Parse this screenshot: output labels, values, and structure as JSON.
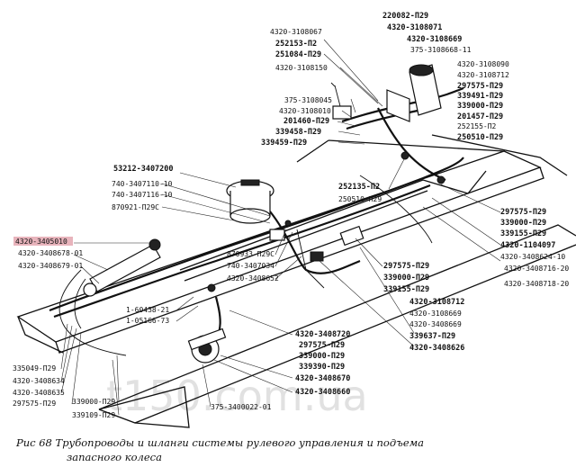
{
  "caption": {
    "line1": "Рис 68 Трубопроводы и шланги системы рулевого управления и подъема",
    "line2": "запасного колеса"
  },
  "watermark": "t150.com.ua",
  "highlight_color": "#e8b4bc",
  "labels": [
    {
      "id": "l01",
      "text": "220082-П29",
      "bold": true
    },
    {
      "id": "l02",
      "text": "4320-3108071",
      "bold": true
    },
    {
      "id": "l03",
      "text": "4320-3108669",
      "bold": true
    },
    {
      "id": "l04",
      "text": "375-3108668-11",
      "bold": false
    },
    {
      "id": "l05",
      "text": "4320-3108090",
      "bold": false
    },
    {
      "id": "l06",
      "text": "4320-3108712",
      "bold": false
    },
    {
      "id": "l07",
      "text": "297575-П29",
      "bold": true
    },
    {
      "id": "l08",
      "text": "339491-П29",
      "bold": true
    },
    {
      "id": "l09",
      "text": "339000-П29",
      "bold": true
    },
    {
      "id": "l10",
      "text": "201457-П29",
      "bold": true
    },
    {
      "id": "l11",
      "text": "252155-П2",
      "bold": false
    },
    {
      "id": "l12",
      "text": "250510-П29",
      "bold": true
    },
    {
      "id": "l13",
      "text": "4320-3108067",
      "bold": false
    },
    {
      "id": "l14",
      "text": "252153-П2",
      "bold": true
    },
    {
      "id": "l15",
      "text": "251084-П29",
      "bold": true
    },
    {
      "id": "l16",
      "text": "4320-3108150",
      "bold": false
    },
    {
      "id": "l17",
      "text": "375-3108045",
      "bold": false
    },
    {
      "id": "l18",
      "text": "4320-3108010",
      "bold": false
    },
    {
      "id": "l19",
      "text": "201460-П29",
      "bold": true
    },
    {
      "id": "l20",
      "text": "339458-П29",
      "bold": true
    },
    {
      "id": "l21",
      "text": "339459-П29",
      "bold": true
    },
    {
      "id": "l22",
      "text": "53212-3407200",
      "bold": true
    },
    {
      "id": "l23",
      "text": "252135-П2",
      "bold": true
    },
    {
      "id": "l24",
      "text": "250510-П29",
      "bold": false
    },
    {
      "id": "l25",
      "text": "740-3407110-10",
      "bold": false
    },
    {
      "id": "l26",
      "text": "740-3407116-10",
      "bold": false
    },
    {
      "id": "l27",
      "text": "870921-П29С",
      "bold": false
    },
    {
      "id": "l28",
      "text": "4320-3405010",
      "bold": false,
      "highlight": true
    },
    {
      "id": "l29",
      "text": "4320-3408678-01",
      "bold": false
    },
    {
      "id": "l30",
      "text": "4320-3408679-01",
      "bold": false
    },
    {
      "id": "l31",
      "text": "870933-П29С",
      "bold": false
    },
    {
      "id": "l32",
      "text": "740-3407034",
      "bold": false
    },
    {
      "id": "l33",
      "text": "4320-3408652",
      "bold": false
    },
    {
      "id": "l34",
      "text": "297575-П29",
      "bold": true
    },
    {
      "id": "l35",
      "text": "339000-П29",
      "bold": true
    },
    {
      "id": "l36",
      "text": "339155-П29",
      "bold": true
    },
    {
      "id": "l37",
      "text": "4320-3108712",
      "bold": true
    },
    {
      "id": "l38",
      "text": "4320-3108669",
      "bold": false
    },
    {
      "id": "l39",
      "text": "4320-3408669",
      "bold": false
    },
    {
      "id": "l40",
      "text": "339637-П29",
      "bold": true
    },
    {
      "id": "l41",
      "text": "4320-3408626",
      "bold": true
    },
    {
      "id": "l42",
      "text": "297575-П29",
      "bold": true
    },
    {
      "id": "l43",
      "text": "339000-П29",
      "bold": true
    },
    {
      "id": "l44",
      "text": "339155-П29",
      "bold": true
    },
    {
      "id": "l45",
      "text": "4320-1104097",
      "bold": true
    },
    {
      "id": "l46",
      "text": "4320-3408624-10",
      "bold": false
    },
    {
      "id": "l47",
      "text": "4320-3408716-20",
      "bold": false
    },
    {
      "id": "l48",
      "text": "4320-3408718-20",
      "bold": false
    },
    {
      "id": "l49",
      "text": "1-60438-21",
      "bold": false
    },
    {
      "id": "l50",
      "text": "1-05166-73",
      "bold": false
    },
    {
      "id": "l51",
      "text": "4320-3408720",
      "bold": true
    },
    {
      "id": "l52",
      "text": "297575-П29",
      "bold": true
    },
    {
      "id": "l53",
      "text": "339000-П29",
      "bold": true
    },
    {
      "id": "l54",
      "text": "339390-П29",
      "bold": true
    },
    {
      "id": "l55",
      "text": "4320-3408670",
      "bold": true
    },
    {
      "id": "l56",
      "text": "4320-3408660",
      "bold": true
    },
    {
      "id": "l57",
      "text": "335049-П29",
      "bold": false
    },
    {
      "id": "l58",
      "text": "4320-3408634",
      "bold": false
    },
    {
      "id": "l59",
      "text": "4320-3408635",
      "bold": false
    },
    {
      "id": "l60",
      "text": "297575-П29",
      "bold": false
    },
    {
      "id": "l61",
      "text": "339000-П29",
      "bold": false
    },
    {
      "id": "l62",
      "text": "339109-П29",
      "bold": false
    },
    {
      "id": "l63",
      "text": "375-3400022-01",
      "bold": false
    }
  ]
}
